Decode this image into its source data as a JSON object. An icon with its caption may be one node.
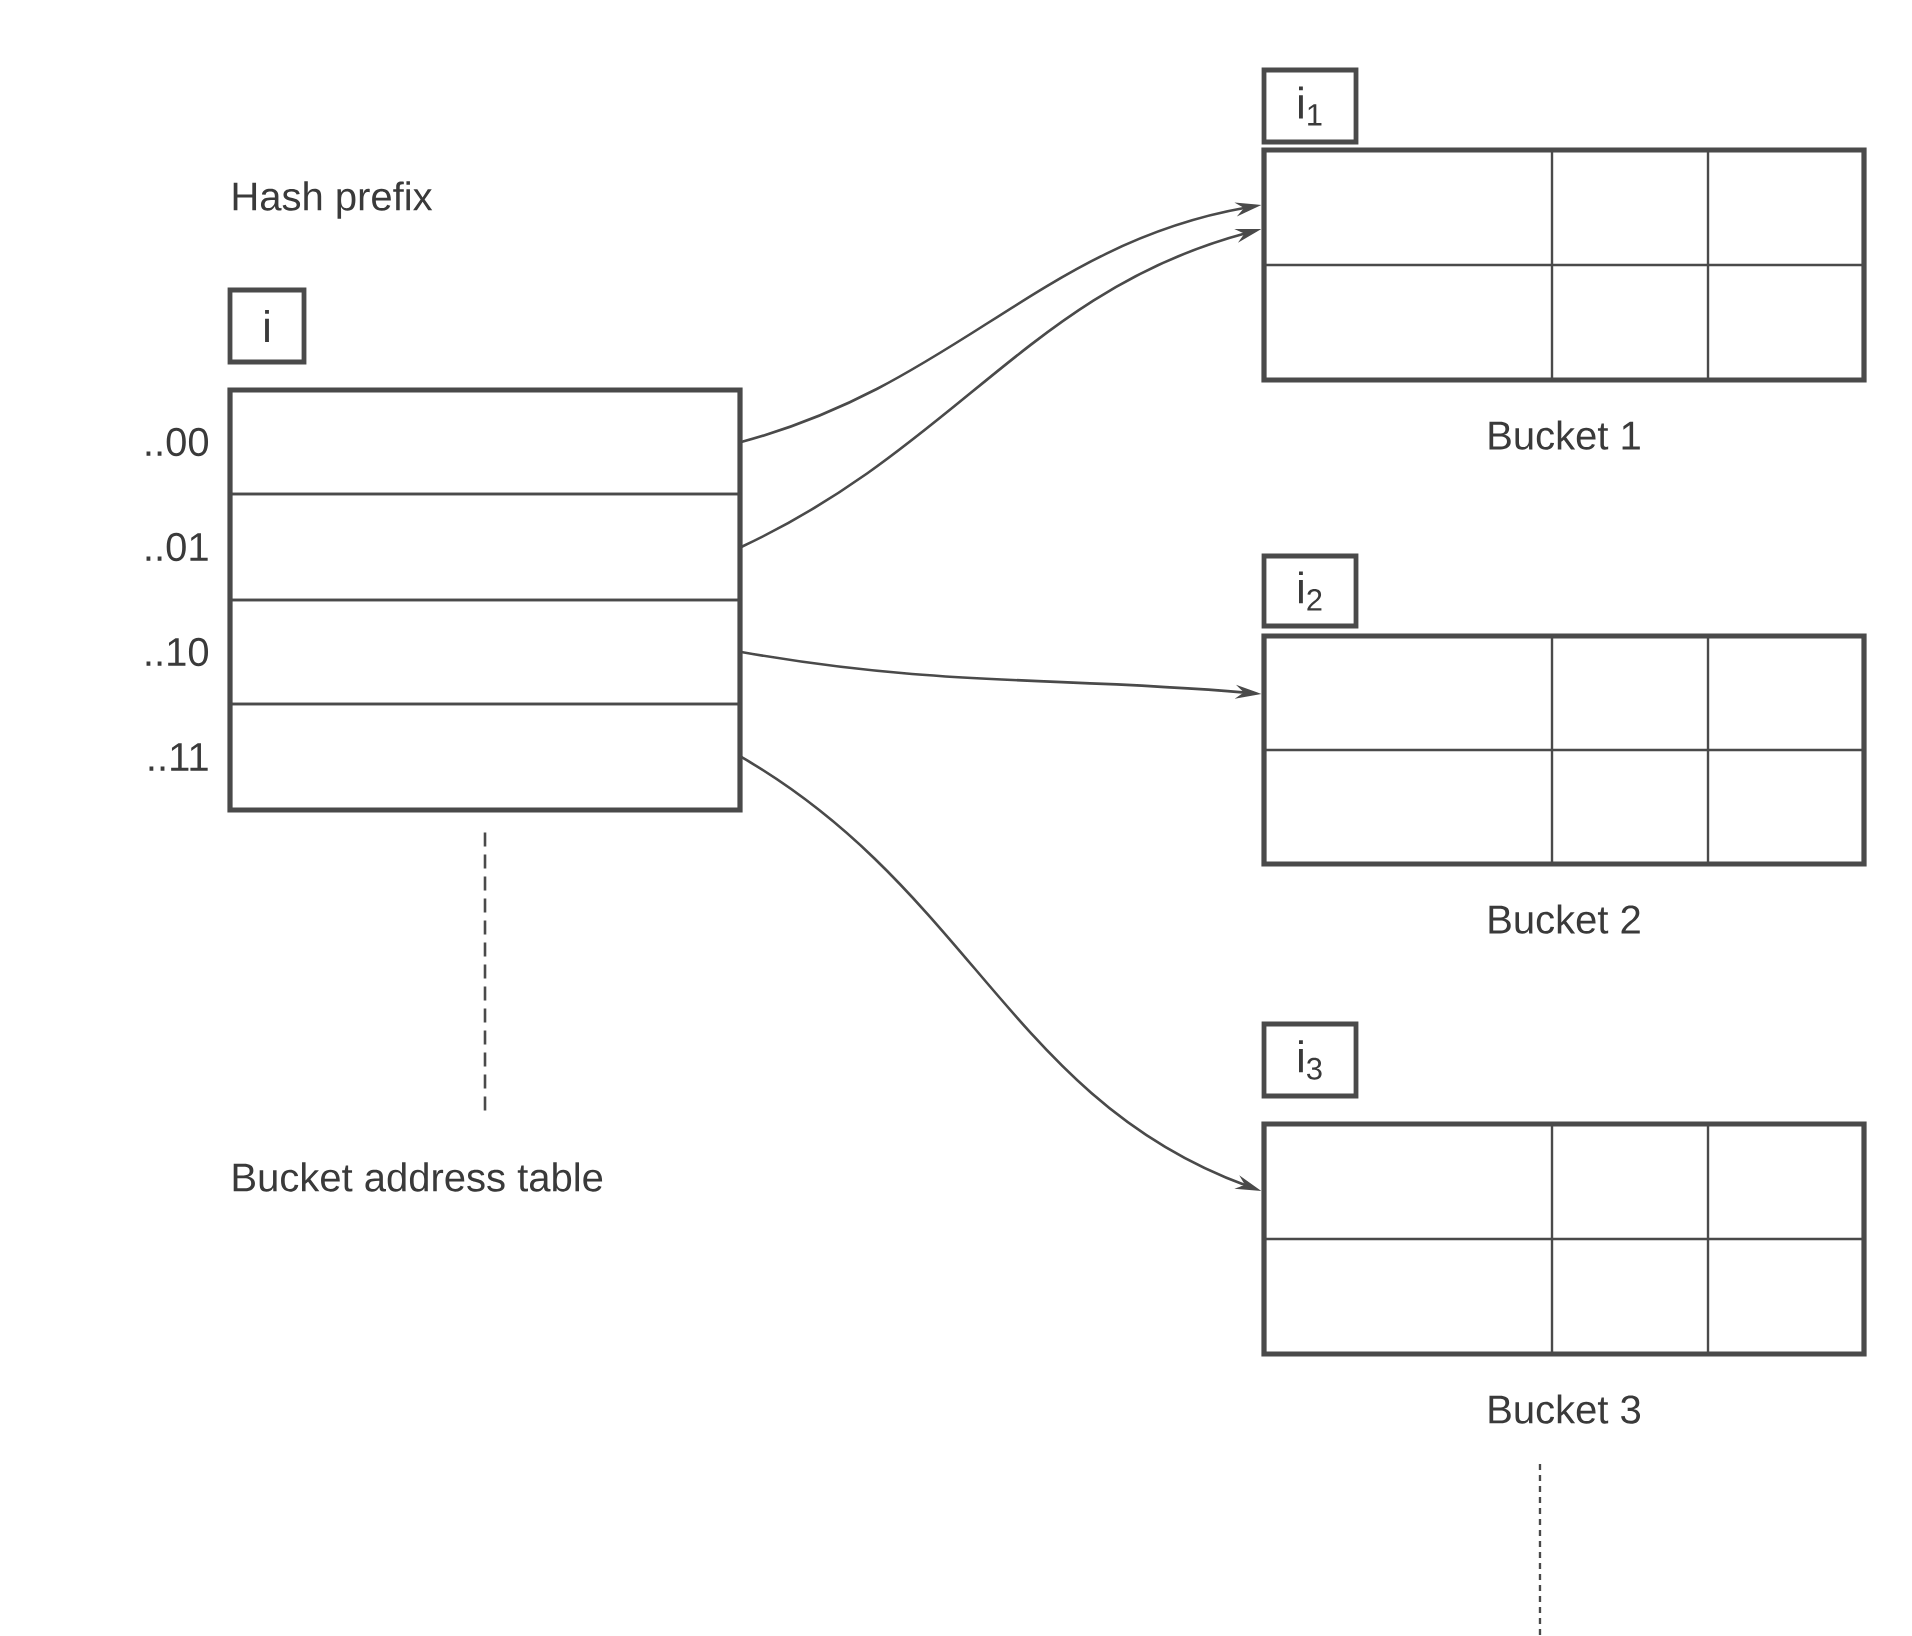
{
  "diagram": {
    "nodes": [
      {
        "text": [],
        "shape": "box"
      },
      {
        "text": [],
        "shape": "box",
        "in": 0,
        "beside": [
          "..00"
        ]
      },
      {
        "text": [],
        "shape": "box",
        "in": 0,
        "beside": [
          "..01"
        ]
      },
      {
        "text": [],
        "shape": "box",
        "in": 0,
        "beside": [
          "..10"
        ]
      },
      {
        "text": [],
        "shape": "box",
        "in": 0,
        "beside": [
          "..11"
        ]
      },
      {
        "text": [
          "i"
        ]
      },
      {
        "text": [
          "Bucket address table"
        ]
      },
      {
        "text": [
          "i$_{1}$"
        ]
      },
      {
        "text": [],
        "shape": "box",
        "beside": [
          "Bucket 1"
        ]
      },
      {
        "text": [
          "i$_{2}$"
        ]
      },
      {
        "text": [],
        "shape": "box",
        "beside": [
          "Bucket 2"
        ]
      },
      {
        "text": [
          "i$_{3}$"
        ]
      },
      {
        "text": [],
        "shape": "box",
        "beside": [
          "Bucket 3"
        ]
      }
    ],
    "edges": [
      {
        "from": 1,
        "to": 8,
        "arrow": "to"
      },
      {
        "from": 2,
        "to": 8,
        "arrow": "to"
      },
      {
        "from": 3,
        "to": 10,
        "arrow": "to"
      },
      {
        "from": 4,
        "to": 12,
        "arrow": "to"
      },
      {
        "from": 0,
        "to": 6,
        "arrow": "none",
        "style": "dashed"
      }
    ],
    "labels": [
      "Hash prefix"
    ]
  }
}
